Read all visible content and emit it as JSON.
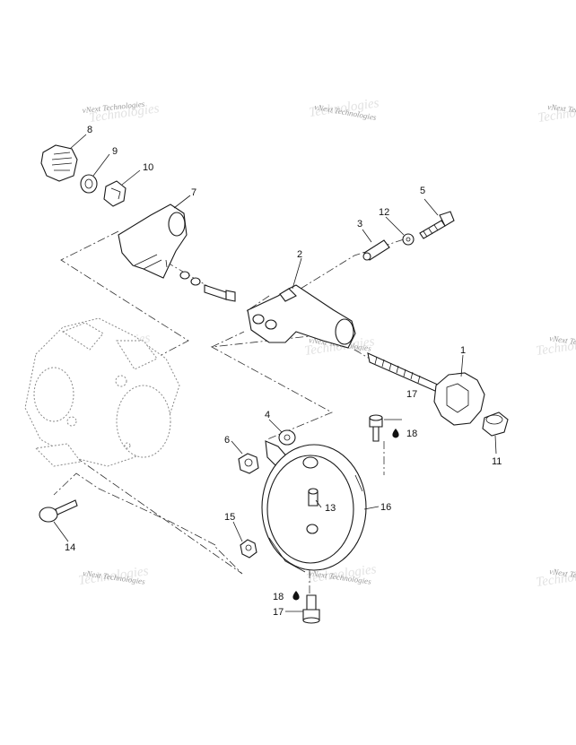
{
  "watermark": {
    "text": "vNext Technologies",
    "shadow": "Technologies"
  },
  "callouts": {
    "p1": "1",
    "p2": "2",
    "p3": "3",
    "p4": "4",
    "p5": "5",
    "p6": "6",
    "p7": "7",
    "p8": "8",
    "p9": "9",
    "p10": "10",
    "p11": "11",
    "p12": "12",
    "p13": "13",
    "p14": "14",
    "p15": "15",
    "p16": "16",
    "p17a": "17",
    "p17b": "17",
    "p18a": "18",
    "p18b": "18"
  },
  "colors": {
    "line": "#1a1a1a",
    "ghost": "#8a8a8a",
    "watermark": "#9a9a9a"
  }
}
